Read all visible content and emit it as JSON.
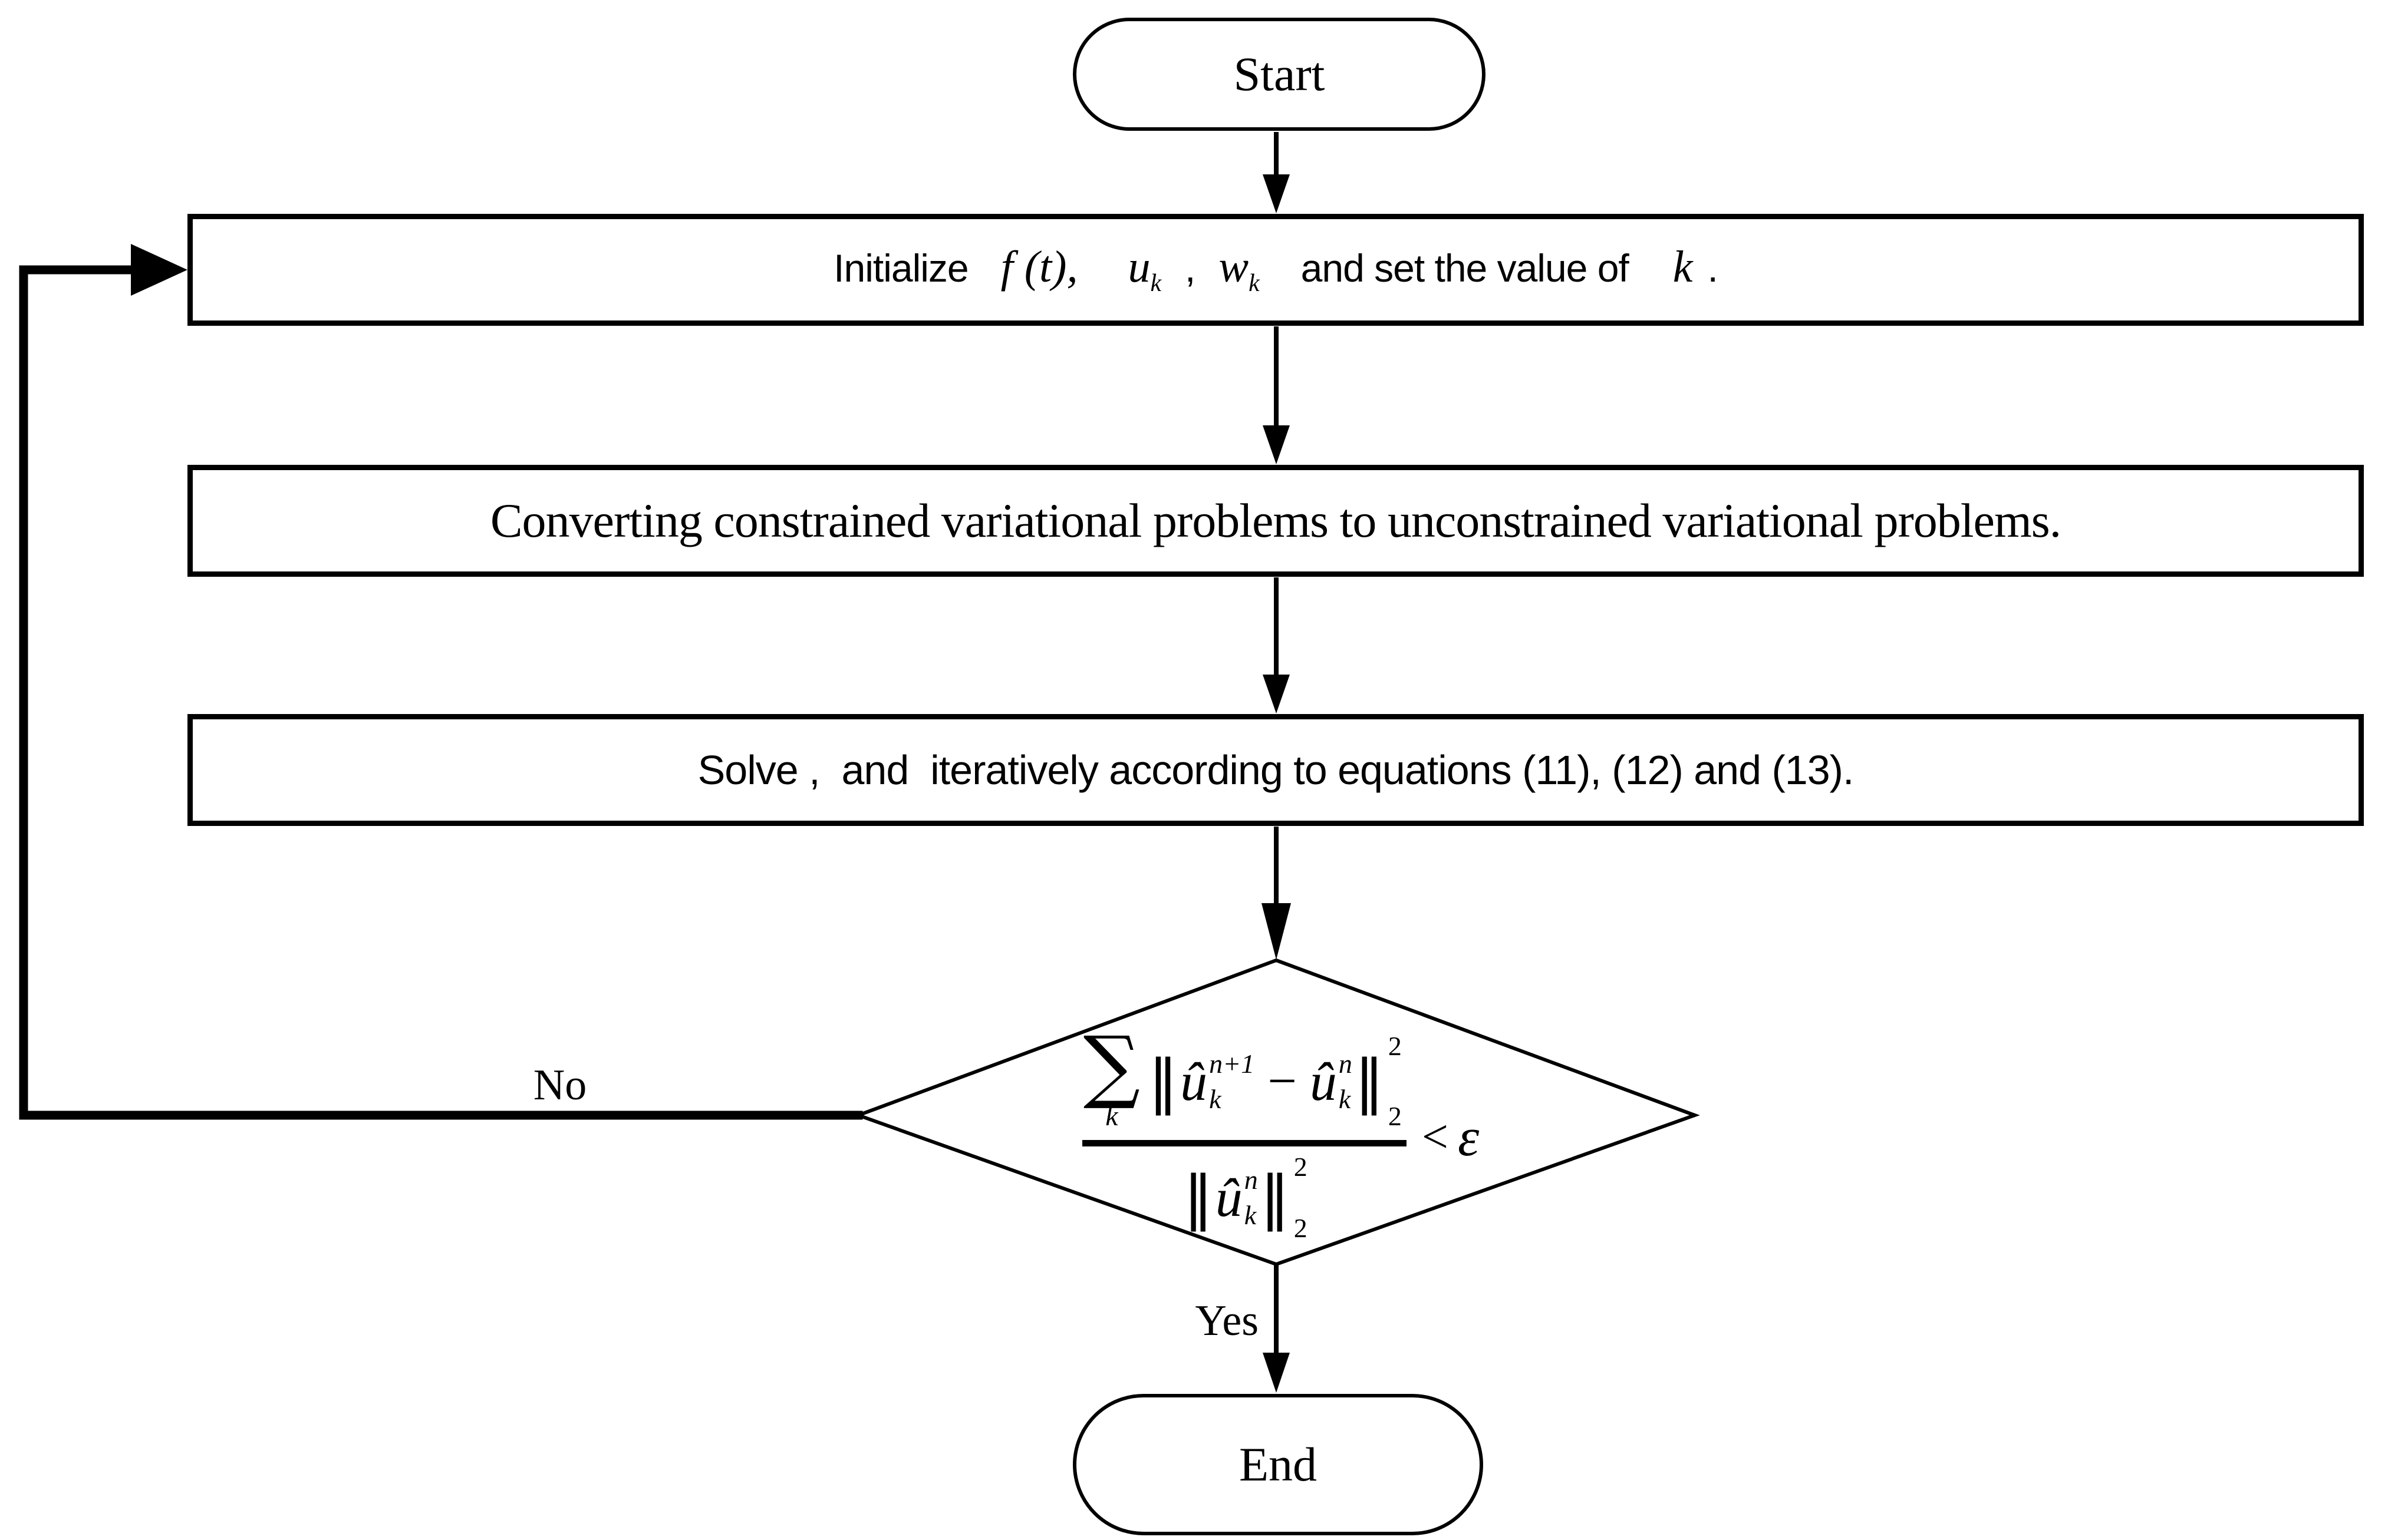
{
  "flowchart": {
    "start": {
      "label": "Start"
    },
    "step1": {
      "prefix": "Initialize",
      "f_term": "f (t),",
      "u_base": "u",
      "u_sub": "k",
      "comma": ",",
      "w_base": "w",
      "w_sub": "k",
      "middle": "and set the value of",
      "k_term": "k",
      "period": "."
    },
    "step2": {
      "text": "Converting constrained variational problems to unconstrained variational problems."
    },
    "step3": {
      "text": "Solve ,  and  iteratively according to equations (11), (12) and (13)."
    },
    "decision": {
      "numerator": {
        "sum": "∑",
        "sum_index": "k",
        "open_norm": "‖",
        "term1_base": "û",
        "term1_sup": "n+1",
        "term1_sub": "k",
        "minus": "−",
        "term2_base": "û",
        "term2_sup": "n",
        "term2_sub": "k",
        "close_norm": "‖",
        "norm_sup": "2",
        "norm_sub": "2"
      },
      "denominator": {
        "open_norm": "‖",
        "term_base": "û",
        "term_sup": "n",
        "term_sub": "k",
        "close_norm": "‖",
        "norm_sup": "2",
        "norm_sub": "2"
      },
      "relation": "<",
      "epsilon": "ε"
    },
    "edges": {
      "no_label": "No",
      "yes_label": "Yes"
    },
    "end": {
      "label": "End"
    }
  },
  "colors": {
    "ink": "#000000",
    "background": "#ffffff"
  }
}
